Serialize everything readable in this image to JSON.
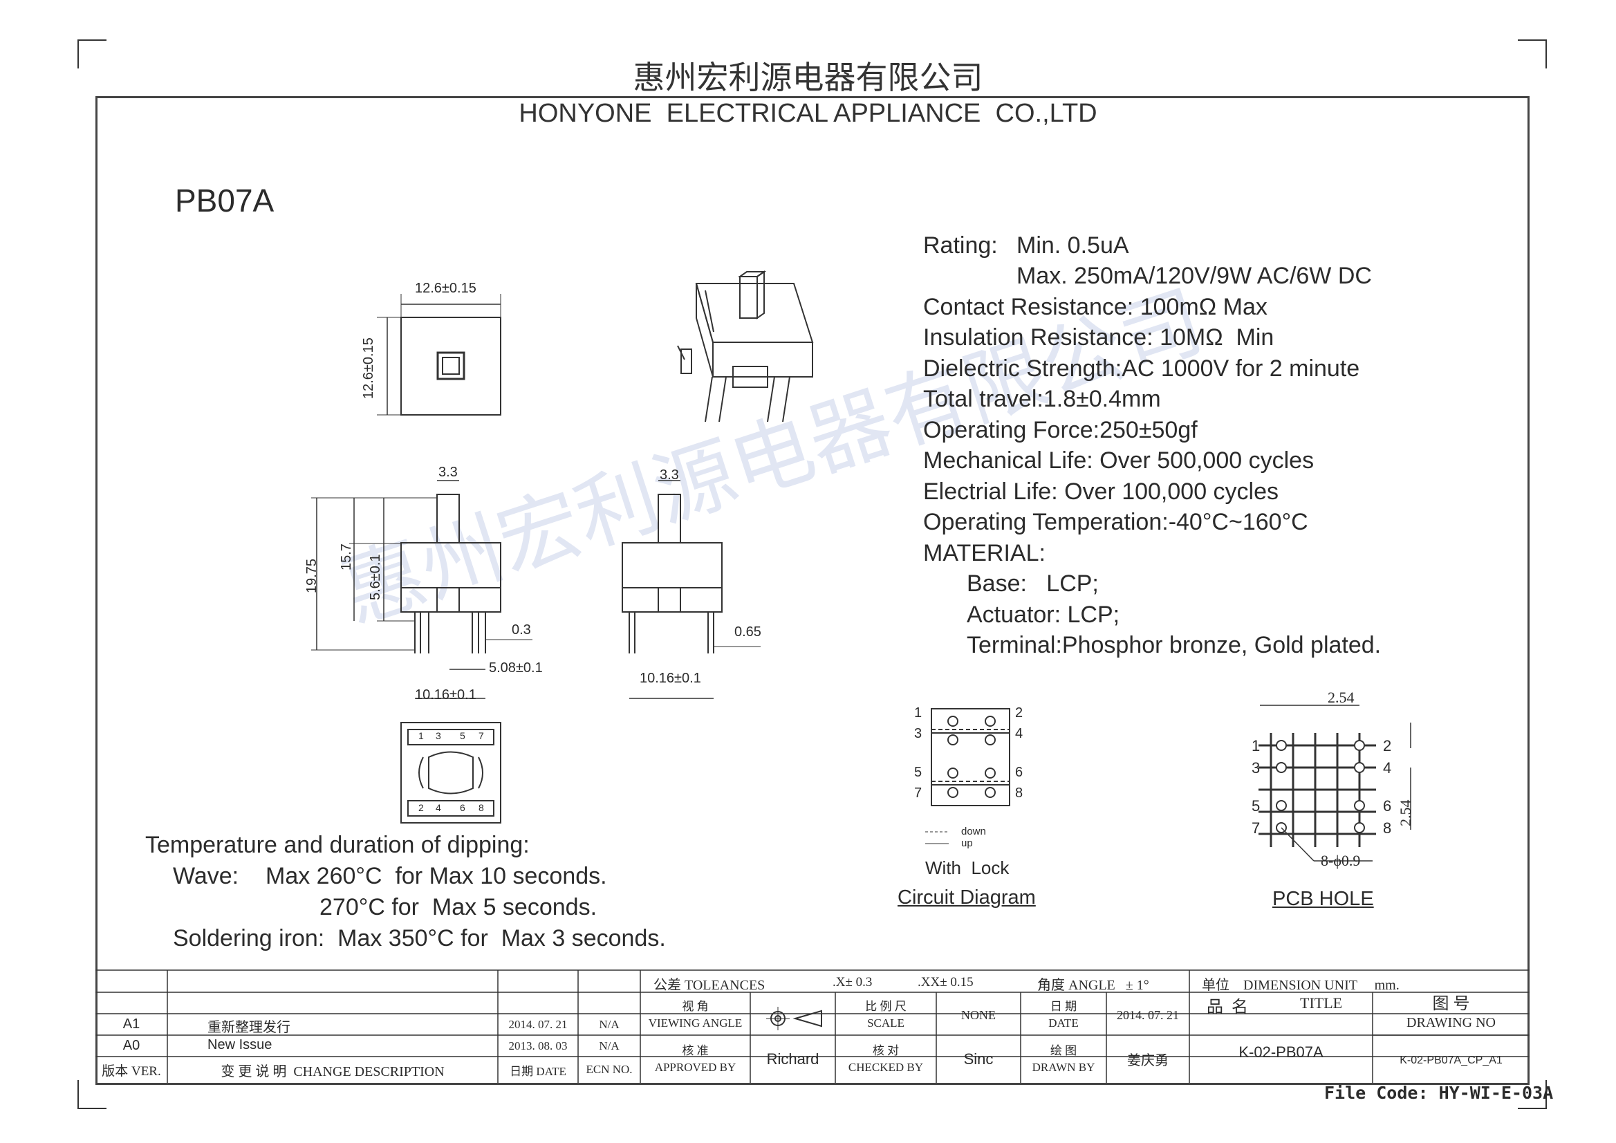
{
  "company": {
    "name_cn": "惠州宏利源电器有限公司",
    "name_en": "HONYONE  ELECTRICAL APPLIANCE  CO.,LTD"
  },
  "part_number": "PB07A",
  "watermark": "惠州宏利源电器有限公司",
  "specs": {
    "rating_label": "Rating:",
    "rating_min": "Min. 0.5uA",
    "rating_max": "Max. 250mA/120V/9W AC/6W DC",
    "contact_resistance": "Contact Resistance: 100mΩ Max",
    "insulation_resistance": "Insulation Resistance: 10MΩ  Min",
    "dielectric_strength": "Dielectric Strength:AC 1000V for 2 minute",
    "total_travel": "Total travel:1.8±0.4mm",
    "operating_force": "Operating Force:250±50gf",
    "mechanical_life": "Mechanical Life: Over 500,000 cycles",
    "electrical_life": "Electrial Life: Over 100,000 cycles",
    "operating_temperature": "Operating Temperation:-40°C~160°C",
    "material_title": "MATERIAL:",
    "base": "Base:   LCP;",
    "actuator": "Actuator: LCP;",
    "terminal": "Terminal:Phosphor bronze, Gold plated."
  },
  "dimensions": {
    "top_width": "12.6±0.15",
    "top_height": "12.6±0.15",
    "plunger_width_front": "3.3",
    "plunger_width_side": "3.3",
    "total_height": "19.75",
    "body_height": "15.7",
    "base_height": "5.6±0.1",
    "pin_thickness": "0.3",
    "pin_pitch": "5.08±0.1",
    "pin_span_front": "10.16±0.1",
    "pin_width_side": "0.65",
    "pin_span_side": "10.16±0.1"
  },
  "bottom_view_pins": [
    "1",
    "3",
    "5",
    "7",
    "2",
    "4",
    "6",
    "8"
  ],
  "dipping": {
    "title": "Temperature and duration of dipping:",
    "wave_label": "Wave:",
    "wave_1": "Max 260°C  for Max 10 seconds.",
    "wave_2": "270°C for  Max 5 seconds.",
    "iron": "Soldering iron:  Max 350°C for  Max 3 seconds."
  },
  "circuit": {
    "pins_left": [
      "1",
      "3",
      "5",
      "7"
    ],
    "pins_right": [
      "2",
      "4",
      "6",
      "8"
    ],
    "legend_down": "down",
    "legend_up": "up",
    "mode": "With  Lock",
    "title": "Circuit Diagram"
  },
  "pcb": {
    "pitch_h": "2.54",
    "pitch_v": "2.54",
    "hole_spec": "8-ϕ0.9",
    "pins_left": [
      "1",
      "3",
      "5",
      "7"
    ],
    "pins_right": [
      "2",
      "4",
      "6",
      "8"
    ],
    "title": "PCB HOLE"
  },
  "title_block": {
    "tolerances_label": "公差 TOLEANCES",
    "tol_x": ".X± 0.3",
    "tol_xx": ".XX± 0.15",
    "angle_label": "角度 ANGLE   ± 1°",
    "unit_label": "单位    DIMENSION UNIT     mm.",
    "viewing_angle_cn": "视  角",
    "viewing_angle_en": "VIEWING ANGLE",
    "scale_cn": "比 例 尺",
    "scale_en": "SCALE",
    "scale_value": "NONE",
    "date_cn": "日  期",
    "date_en": "DATE",
    "date_value": "2014. 07. 21",
    "title_cn": "品  名",
    "title_en": "TITLE",
    "drawing_no_cn": "图  号",
    "drawing_no_en": "DRAWING NO",
    "approved_cn": "核  准",
    "approved_en": "APPROVED BY",
    "approved_value": "Richard",
    "checked_cn": "核  对",
    "checked_en": "CHECKED BY",
    "checked_value": "Sinc",
    "drawn_cn": "绘  图",
    "drawn_en": "DRAWN BY",
    "drawn_value": "姜庆勇",
    "title_value": "K-02-PB07A",
    "drawing_no_value": "K-02-PB07A_CP_A1",
    "revisions": [
      {
        "ver": "A1",
        "desc": "重新整理发行",
        "date": "2014. 07. 21",
        "ecn": "N/A"
      },
      {
        "ver": "A0",
        "desc": "New Issue",
        "date": "2013. 08. 03",
        "ecn": "N/A"
      }
    ],
    "hdr_ver": "版本 VER.",
    "hdr_desc": "变 更 说 明  CHANGE DESCRIPTION",
    "hdr_date": "日期 DATE",
    "hdr_ecn": "ECN NO.",
    "file_code": "File Code: HY-WI-E-03A"
  }
}
